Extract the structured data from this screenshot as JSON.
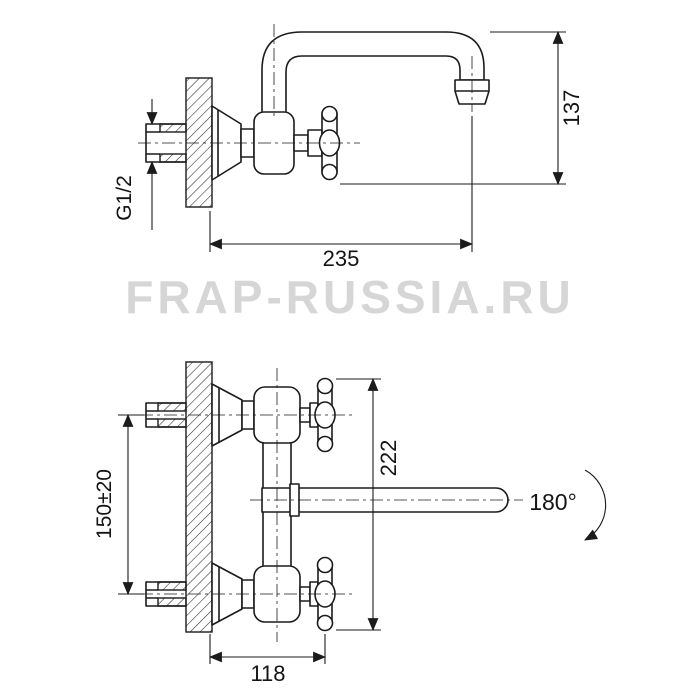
{
  "colors": {
    "line": "#1b1b1b",
    "watermark_gray": "#d6d6d6"
  },
  "watermark": "FRAP-RUSSIA.RU",
  "top_view": {
    "dim_width": "235",
    "dim_height": "137",
    "thread_label": "G1/2"
  },
  "bottom_view": {
    "dim_height": "222",
    "dim_spacing": "150±20",
    "dim_width": "118",
    "swivel_angle": "180°"
  }
}
